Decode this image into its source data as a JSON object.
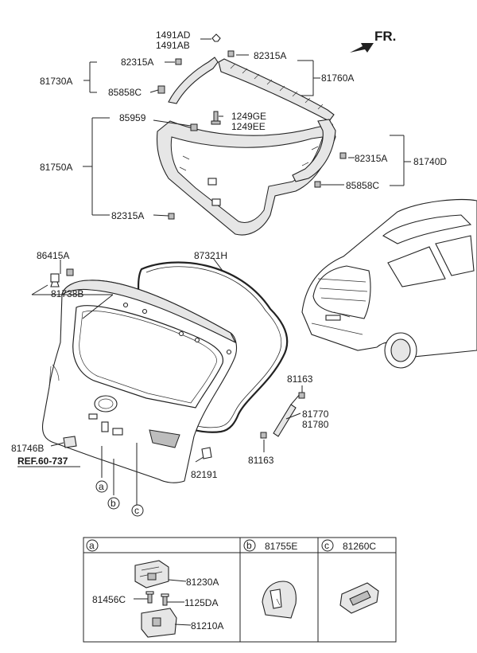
{
  "direction_label": "FR.",
  "callouts": {
    "c1491AD": "1491AD",
    "c1491AB": "1491AB",
    "c82315A_top_left": "82315A",
    "c82315A_top_right": "82315A",
    "c81730A": "81730A",
    "c85858C_top": "85858C",
    "c81760A": "81760A",
    "c85959": "85959",
    "c1249GE": "1249GE",
    "c1249EE": "1249EE",
    "c82315A_right": "82315A",
    "c81740D": "81740D",
    "c81750A": "81750A",
    "c85858C_right": "85858C",
    "c82315A_bottom": "82315A",
    "c86415A": "86415A",
    "c87321H": "87321H",
    "c81738B": "81738B",
    "c81163_top": "81163",
    "c81770": "81770",
    "c81780": "81780",
    "c81163_bottom": "81163",
    "c81746B": "81746B",
    "ref": "REF.60-737",
    "c82191": "82191"
  },
  "markers": {
    "a": "a",
    "b": "b",
    "c": "c"
  },
  "parts_table": {
    "a": {
      "letter": "a",
      "part": "",
      "sub_parts": [
        "81230A",
        "81456C",
        "1125DA",
        "81210A"
      ]
    },
    "b": {
      "letter": "b",
      "part": "81755E"
    },
    "c": {
      "letter": "c",
      "part": "81260C"
    }
  }
}
